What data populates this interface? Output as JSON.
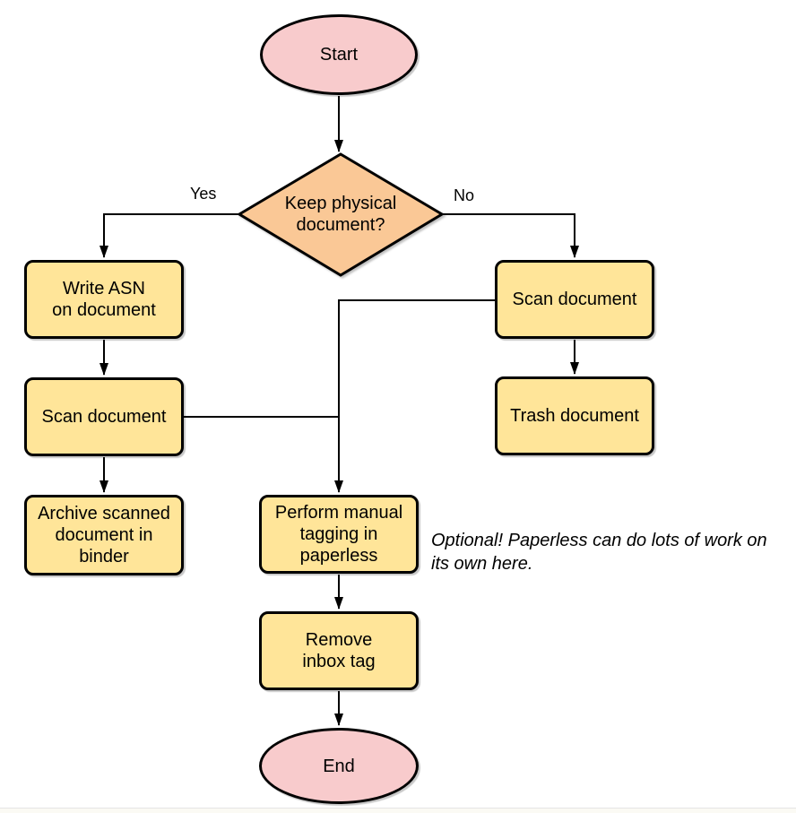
{
  "diagram": {
    "nodes": {
      "start": {
        "label": "Start"
      },
      "decision": {
        "label": "Keep physical\ndocument?"
      },
      "write_asn": {
        "label": "Write ASN\non document"
      },
      "scan_left": {
        "label": "Scan document"
      },
      "archive": {
        "label": "Archive scanned\ndocument in\nbinder"
      },
      "scan_right": {
        "label": "Scan document"
      },
      "trash": {
        "label": "Trash document"
      },
      "perform_tagging": {
        "label": "Perform manual\ntagging in\npaperless"
      },
      "remove_inbox": {
        "label": "Remove\ninbox tag"
      },
      "end": {
        "label": "End"
      }
    },
    "edge_labels": {
      "yes": "Yes",
      "no": "No"
    },
    "annotation": "Optional! Paperless can do lots of work on\nits own here.",
    "colors": {
      "terminal_fill": "#F8CBCC",
      "decision_fill": "#FAC896",
      "process_fill": "#FFE599",
      "stroke": "#000000",
      "background": "#FFFFFF"
    }
  }
}
